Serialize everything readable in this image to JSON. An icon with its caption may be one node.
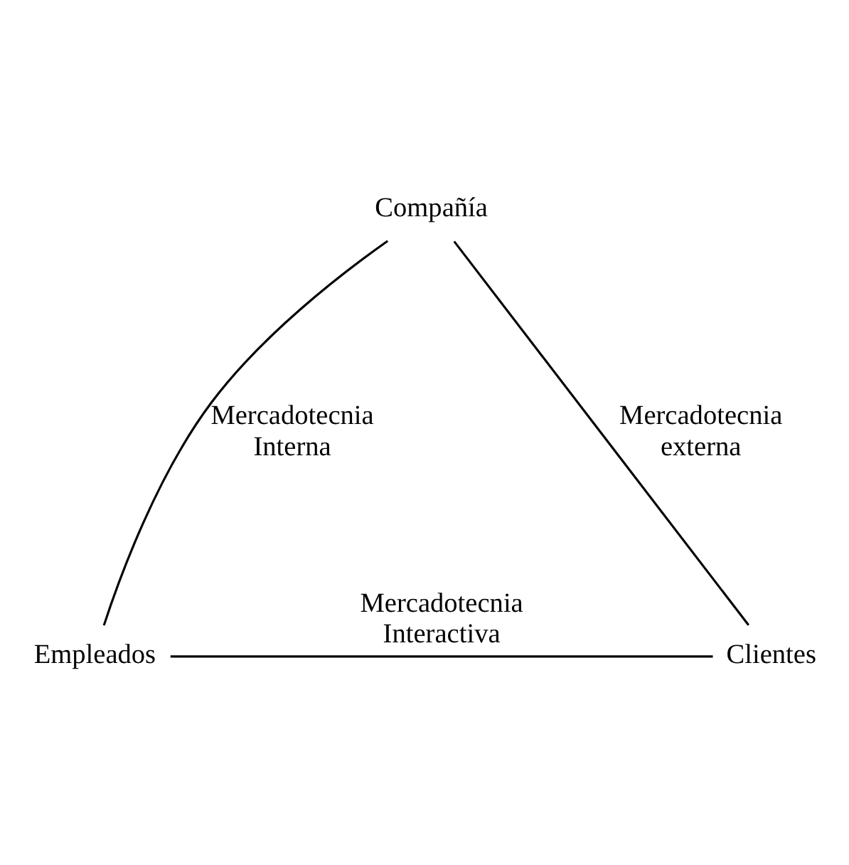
{
  "diagram": {
    "nodes": [
      {
        "text": [
          "Compañía"
        ]
      },
      {
        "text": [
          "Empleados"
        ]
      },
      {
        "text": [
          "Clientes"
        ]
      }
    ],
    "edges": [
      {
        "from": 0,
        "to": 1,
        "arrow": "none",
        "label": "Mercadotecnia Interna"
      },
      {
        "from": 0,
        "to": 2,
        "arrow": "none",
        "label": "Mercadotecnia externa"
      },
      {
        "from": 1,
        "to": 2,
        "arrow": "none",
        "label": "Mercadotecnia Interactiva"
      }
    ]
  }
}
